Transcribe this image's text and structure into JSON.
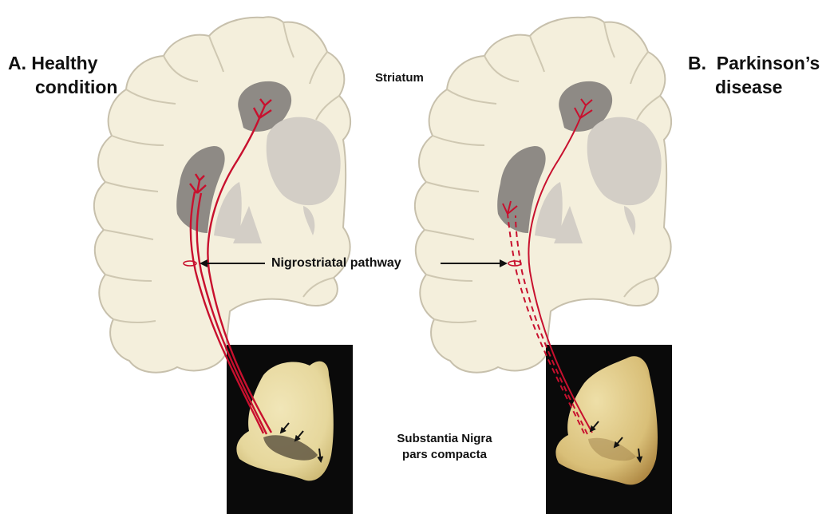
{
  "panels": {
    "a": {
      "letter": "A.",
      "title_line1": "Healthy",
      "title_line2": "condition"
    },
    "b": {
      "letter": "B.",
      "title_line1": "Parkinson’s",
      "title_line2": "disease"
    }
  },
  "labels": {
    "striatum": "Striatum",
    "pathway": "Nigrostriatal pathway",
    "substantia_line1": "Substantia Nigra",
    "substantia_line2": "pars compacta"
  },
  "colors": {
    "brain_fill": "#f4efdc",
    "brain_outline": "#c7c0ac",
    "striatum_dark": "#8e8a85",
    "inner_light": "#d3cec6",
    "pathway_red": "#c8102e",
    "photo_bg": "#0a0a0a",
    "tissue": "#e9dca8"
  }
}
